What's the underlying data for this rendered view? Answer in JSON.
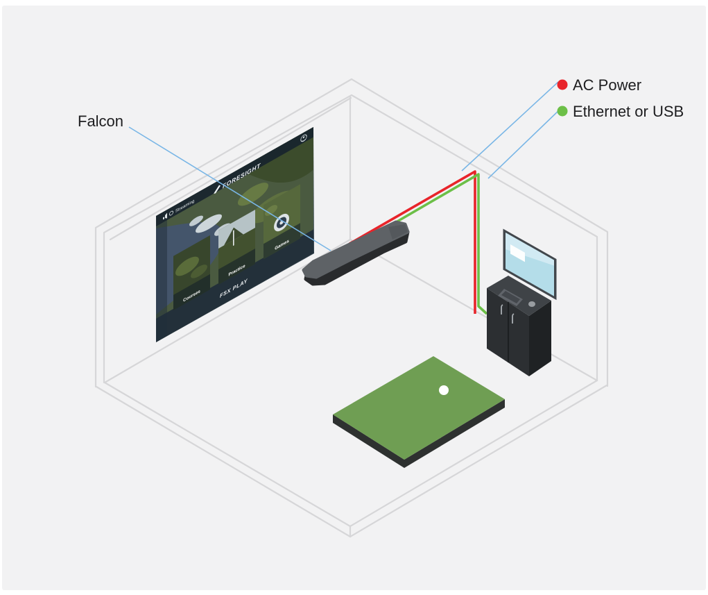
{
  "annotations": {
    "falcon_label": "Falcon"
  },
  "legend": {
    "items": [
      {
        "id": "ac-power",
        "label": "AC Power",
        "color": "#e8242a"
      },
      {
        "id": "ethernet-usb",
        "label": "Ethernet or USB",
        "color": "#6cbf47"
      }
    ]
  },
  "screen_ui": {
    "brand_logo": "FORESIGHT",
    "status_text": "Streaming",
    "tiles": [
      {
        "label": "Courses"
      },
      {
        "label": "Practice"
      },
      {
        "label": "Games"
      }
    ],
    "footer_logo": "FSX PLAY",
    "icons": [
      "volume-icon",
      "globe-icon",
      "account-icon"
    ]
  },
  "colors": {
    "background": "#f2f2f3",
    "room_outline": "#d6d6d8",
    "annotation_line": "#79b6e6",
    "mat_green": "#6f9e53",
    "cabinet_dark": "#2c2f32"
  }
}
